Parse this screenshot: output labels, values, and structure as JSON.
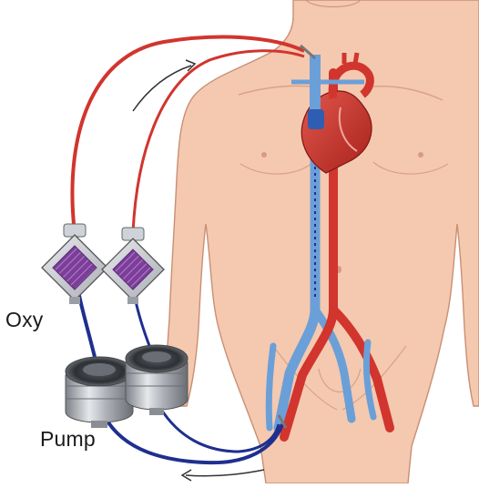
{
  "labels": {
    "oxy": "Oxy",
    "pump": "Pump"
  },
  "colors": {
    "skin": "#f4c9b0",
    "skin_outline": "#c98f74",
    "arterial": "#d1352e",
    "venous": "#6b9fd8",
    "tube_venous": "#1f2f8f",
    "oxygenator_fill": "#8a4ea6",
    "pump_metal": "#b8bcc2"
  },
  "components": [
    "patient-body",
    "heart",
    "aorta",
    "vena-cava",
    "arterial-tubing",
    "venous-tubing",
    "oxygenator-1",
    "oxygenator-2",
    "pump-1",
    "pump-2",
    "flow-arrow-top",
    "flow-arrow-bottom"
  ]
}
